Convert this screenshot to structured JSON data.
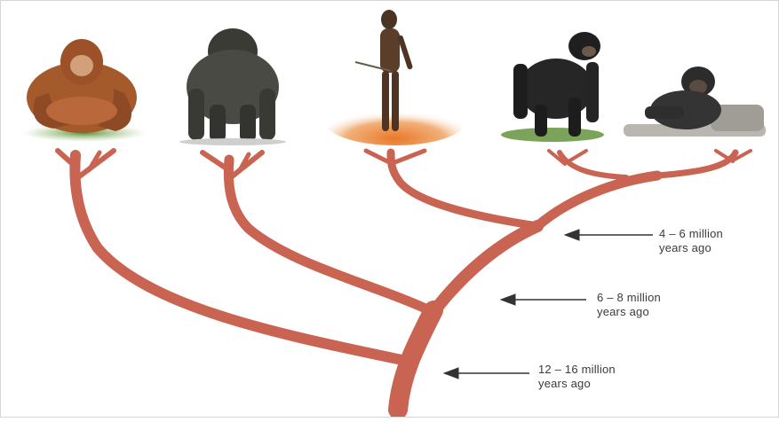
{
  "colors": {
    "branch": "#c96452",
    "arrow": "#333333",
    "label_text": "#3a3a3a",
    "background": "#ffffff"
  },
  "species": [
    {
      "icon": "orangutan-icon"
    },
    {
      "icon": "gorilla-icon"
    },
    {
      "icon": "human-ancestor-icon"
    },
    {
      "icon": "chimpanzee-icon"
    },
    {
      "icon": "bonobo-icon"
    }
  ],
  "divergences": [
    {
      "line1": "4 – 6 million",
      "line2": "years ago"
    },
    {
      "line1": "6 – 8 million",
      "line2": "years ago"
    },
    {
      "line1": "12 – 16 million",
      "line2": "years ago"
    }
  ]
}
